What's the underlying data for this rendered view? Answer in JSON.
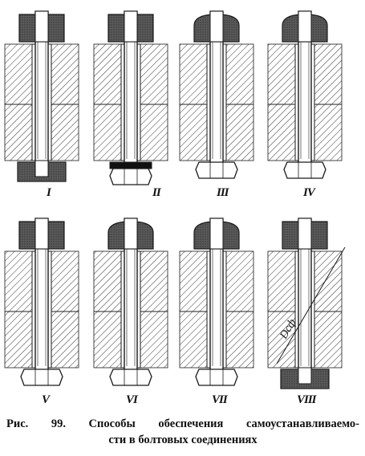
{
  "figure": {
    "variants": [
      {
        "numeral": "I"
      },
      {
        "numeral": "II"
      },
      {
        "numeral": "III"
      },
      {
        "numeral": "IV"
      },
      {
        "numeral": "V"
      },
      {
        "numeral": "VI"
      },
      {
        "numeral": "VII"
      },
      {
        "numeral": "VIII"
      }
    ],
    "dimension_label": "Dсф"
  },
  "caption": {
    "line1": "Рис. 99. Способы обеспечения самоустанавливаемо-",
    "line2": "сти в болтовых соединениях"
  },
  "colors": {
    "ink": "#1a1a1a",
    "paper": "#ffffff",
    "shade": "#555555"
  }
}
